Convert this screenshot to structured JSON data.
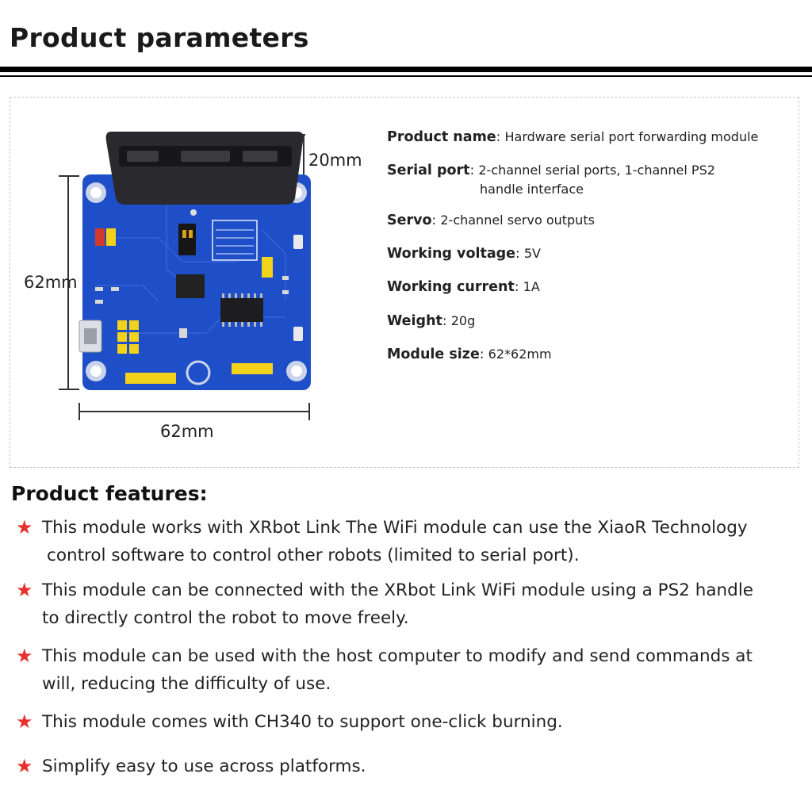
{
  "header": {
    "title": "Product parameters"
  },
  "dimensions": {
    "connector_height": "20mm",
    "board_height": "62mm",
    "board_width": "62mm"
  },
  "specs": [
    {
      "key": "Product name",
      "sep": ":",
      "value": "Hardware serial port forwarding module"
    },
    {
      "key": "Serial port",
      "sep": ":",
      "value": "2-channel serial ports, 1-channel PS2",
      "value_cont": "handle interface"
    },
    {
      "key": "Servo",
      "sep": ":",
      "value": "2-channel servo outputs"
    },
    {
      "key": "Working voltage",
      "sep": ":",
      "value": "5V"
    },
    {
      "key": "Working current",
      "sep": ":",
      "value": "1A"
    },
    {
      "key": "Weight",
      "sep": ":",
      "value": "20g"
    },
    {
      "key": "Module size",
      "sep": ":",
      "value": "62*62mm"
    }
  ],
  "features": {
    "title": "Product features:",
    "bullet_icon": "star-icon",
    "bullet_color": "#e8302e",
    "items": [
      {
        "line1": "This module works with XRbot Link The WiFi module can use the XiaoR Technology",
        "line2": "control software to control other robots (limited to serial port)."
      },
      {
        "line1": "This module can be connected with the XRbot Link WiFi module using a PS2 handle",
        "line2": "to directly control the robot to move freely."
      },
      {
        "line1": "This module can be used with the host computer to modify and send commands at",
        "line2": "will, reducing the difficulty of use."
      },
      {
        "line1": "This module comes with CH340 to support one-click burning.",
        "line2": ""
      },
      {
        "line1": "Simplify easy to use across platforms.",
        "line2": ""
      }
    ]
  },
  "colors": {
    "board": "#1f4fc8",
    "connector": "#2a2a2e",
    "header_pins": "#f2d21a"
  }
}
